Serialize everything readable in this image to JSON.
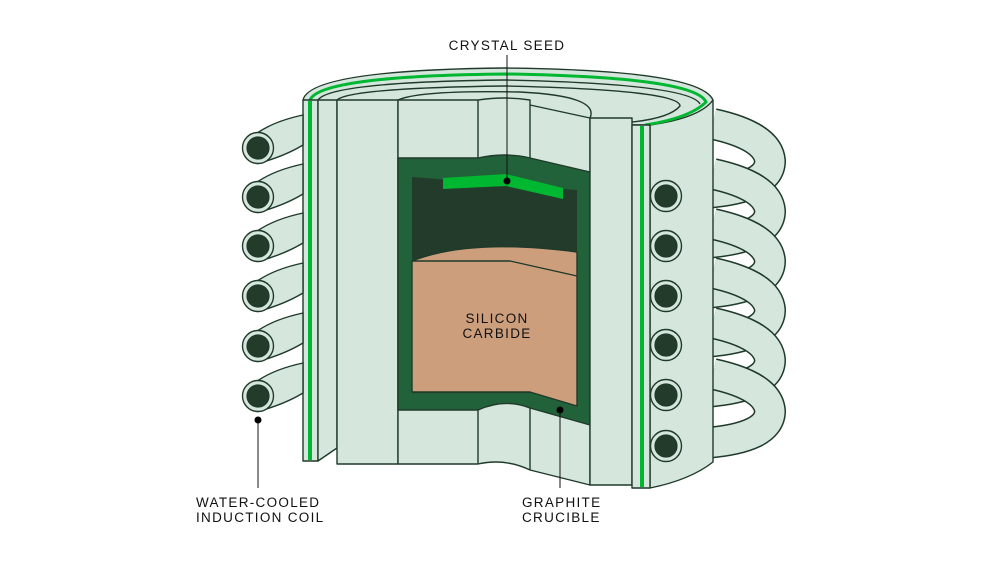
{
  "labels": {
    "crystal_seed": "CRYSTAL SEED",
    "silicon_carbide": [
      "SILICON",
      "CARBIDE"
    ],
    "induction_coil": [
      "WATER-COOLED",
      "INDUCTION COIL"
    ],
    "graphite_crucible": [
      "GRAPHITE",
      "CRUCIBLE"
    ]
  },
  "colors": {
    "light": "#d5e6dc",
    "outline": "#1f3a2a",
    "graphite": "#22623a",
    "cavity": "#233b2b",
    "seed": "#00b731",
    "silicon_carbide": "#cd9e7c"
  }
}
